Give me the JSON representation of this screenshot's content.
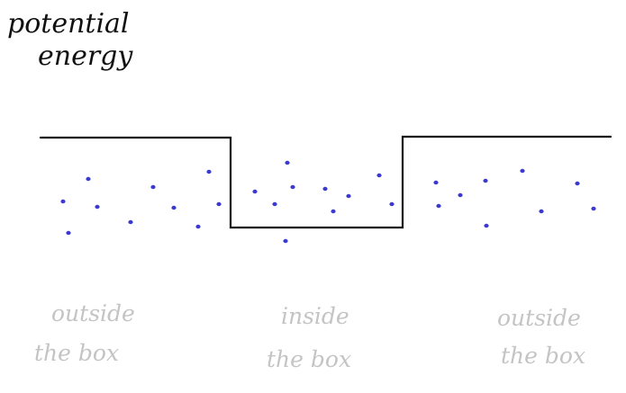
{
  "title": {
    "line1": "potential",
    "line2": "energy"
  },
  "regions": {
    "left": {
      "line1": "outside",
      "line2": "the box"
    },
    "middle": {
      "line1": "inside",
      "line2": "the box"
    },
    "right": {
      "line1": "outside",
      "line2": "the box"
    }
  },
  "colors": {
    "ink": "#111111",
    "label": "#c4c4c4",
    "particle": "#3a3ad0"
  }
}
